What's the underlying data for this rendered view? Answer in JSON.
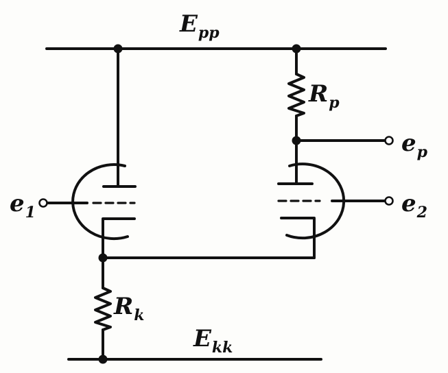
{
  "labels": {
    "supply": {
      "main": "E",
      "sub": "pp"
    },
    "cathode_supply": {
      "main": "E",
      "sub": "kk"
    },
    "plate_resistor": {
      "main": "R",
      "sub": "p"
    },
    "cathode_resistor": {
      "main": "R",
      "sub": "k"
    },
    "input_1": {
      "main": "e",
      "sub": "1"
    },
    "input_2": {
      "main": "e",
      "sub": "2"
    },
    "output": {
      "main": "e",
      "sub": "p"
    }
  }
}
